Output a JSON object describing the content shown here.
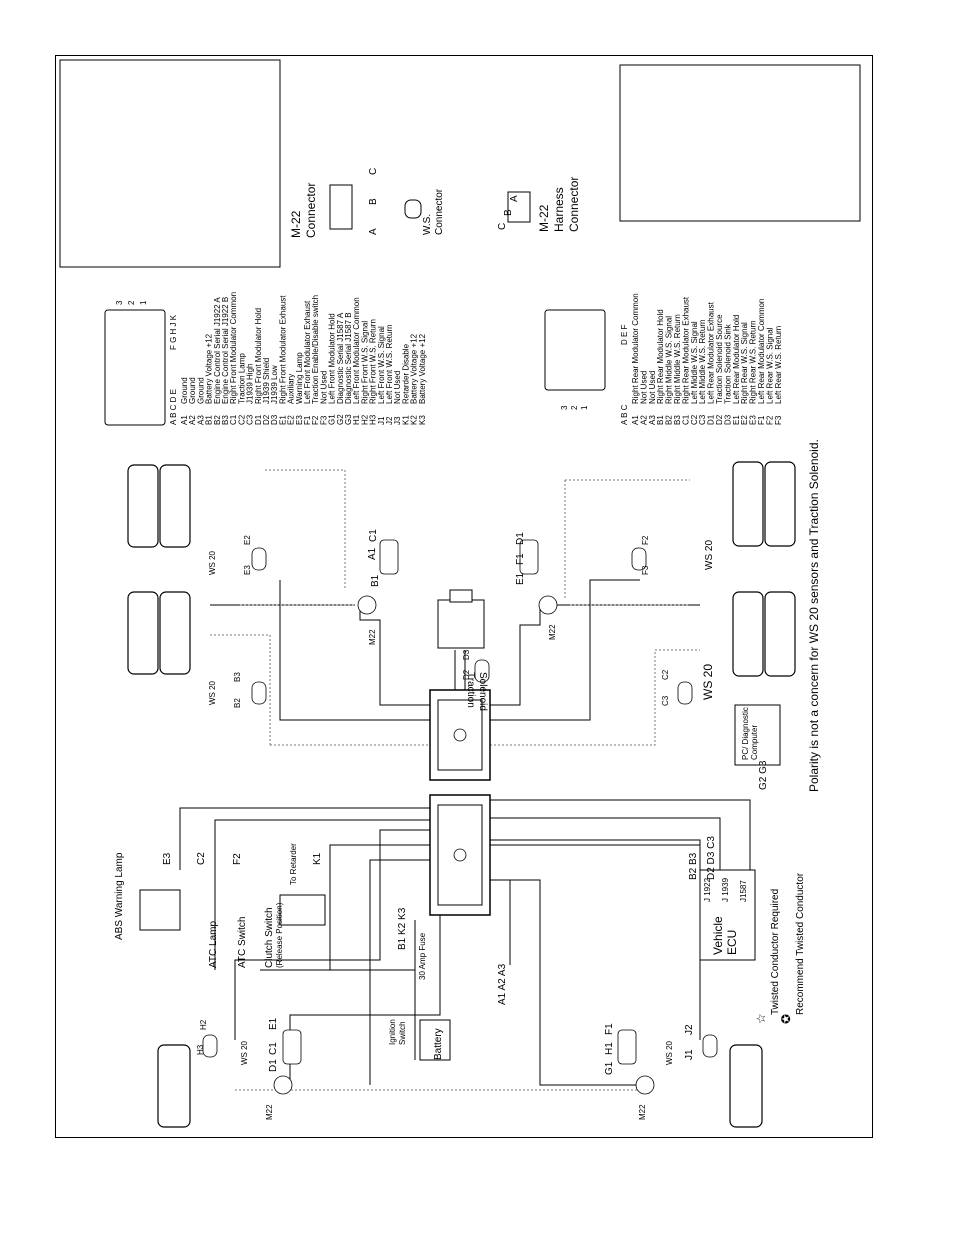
{
  "warning_lamp": "ABS Warning Lamp",
  "atc_lamp": "ATC Lamp",
  "atc_switch": "ATC Switch",
  "clutch_switch": "Clutch Switch",
  "clutch_note": "(Release Position)",
  "to_retarder": "To Retarder",
  "ignition_switch": [
    "Ignition",
    "Switch"
  ],
  "battery": "Battery",
  "fuse": "30 Amp Fuse",
  "fuse_pins": "B1 K2 K3",
  "ground_pins": "A1 A2 A3",
  "traction_solenoid": [
    "Traction",
    "Solenoid"
  ],
  "vehicle_ecu": [
    "Vehicle",
    "ECU"
  ],
  "ecu_buses": [
    "J 1922",
    "J 1939",
    "J1587"
  ],
  "diag_computer": [
    "PC/ Diagnostic",
    "Computer"
  ],
  "bus_pins": [
    "B2 B3",
    "D2 D3 C3",
    "G2 G3"
  ],
  "m22": "M22",
  "ws20": "WS 20",
  "mod_pins": {
    "a1": "A1",
    "b1": "B1",
    "c1": "C1",
    "d1": "D1",
    "e1": "E1",
    "f1": "F1",
    "g1": "G1",
    "h1": "H1"
  },
  "sensor_pins": {
    "e": [
      "E2",
      "E3"
    ],
    "b": [
      "B2",
      "B3"
    ],
    "f": [
      "F2",
      "F3"
    ],
    "c": [
      "C2",
      "C3"
    ],
    "h": [
      "H2",
      "H3"
    ],
    "j": [
      "J1",
      "J2"
    ],
    "d": [
      "D2",
      "D3"
    ]
  },
  "wire_pins": {
    "e3": "E3",
    "c2": "C2",
    "f2": "F2",
    "k1": "K1"
  },
  "legend": {
    "twisted_required": "Twisted Conductor Required",
    "twisted_recommended": "Recommend Twisted Conductor"
  },
  "polarity_note": "Polarity is not a concern for WS 20 sensors and Traction Solenoid.",
  "connectors": {
    "m22": [
      "M-22",
      "Connector"
    ],
    "m22_pins": [
      "A",
      "B",
      "C"
    ],
    "ws": [
      "W.S.",
      "Connector"
    ],
    "m22_harness": [
      "M-22",
      "Harness",
      "Connector"
    ],
    "harness_pins": [
      "C",
      "B",
      "A"
    ]
  },
  "main_connector": {
    "col_letters": "A B C D E",
    "col_letters_right": "F G H J K",
    "rows": [
      "3",
      "2",
      "1"
    ],
    "pins": [
      [
        "A1",
        "Ground"
      ],
      [
        "A2",
        "Ground"
      ],
      [
        "A3",
        "Ground"
      ],
      [
        "B1",
        "Battery Voltage +12"
      ],
      [
        "B2",
        "Engine Control Serial J1922 A"
      ],
      [
        "B3",
        "Engine Control Serial J1922 B"
      ],
      [
        "C1",
        "Right Front Modulator Common"
      ],
      [
        "C2",
        "Traction Lamp"
      ],
      [
        "C3",
        "J1939 High"
      ],
      [
        "D1",
        "Right Front Modulator Hold"
      ],
      [
        "D2",
        "J1939 Shield"
      ],
      [
        "D3",
        "J1939 Low"
      ],
      [
        "E1",
        "Right Front Modulator Exhaust"
      ],
      [
        "E2",
        "Auxiliary"
      ],
      [
        "E3",
        "Warning Lamp"
      ],
      [
        "F1",
        "Left Front Modulator Exhaust"
      ],
      [
        "F2",
        "Traction Enable/Disable switch"
      ],
      [
        "F3",
        "Not Used"
      ],
      [
        "G1",
        "Left Front Modulator Hold"
      ],
      [
        "G2",
        "Diagnostic Serial J1587 A"
      ],
      [
        "G3",
        "Diagnostic Serial J1587 B"
      ],
      [
        "H1",
        "Left Front Modulator Common"
      ],
      [
        "H2",
        "Right Front W.S. Signal"
      ],
      [
        "H3",
        "Right Front W.S. Return"
      ],
      [
        "J1",
        "Left Front W.S. Signal"
      ],
      [
        "J2",
        "Left Front W.S. Return"
      ],
      [
        "J3",
        "Not Used"
      ],
      [
        "K1",
        "Retarder Disable"
      ],
      [
        "K2",
        "Battery Voltage +12"
      ],
      [
        "K3",
        "Battery Voltage +12"
      ]
    ]
  },
  "aux_connector": {
    "col_letters": "A B C",
    "col_letters_right": "D E F",
    "rows": [
      "3",
      "2",
      "1"
    ],
    "pins": [
      [
        "A1",
        "Right Rear Modulator Common"
      ],
      [
        "A2",
        "Not Used"
      ],
      [
        "A3",
        "Not Used"
      ],
      [
        "B1",
        "Right Rear Modulator Hold"
      ],
      [
        "B2",
        "Right Middle W.S. Signal"
      ],
      [
        "B3",
        "Right Middle W.S. Return"
      ],
      [
        "C1",
        "Right Rear Modulator Exhaust"
      ],
      [
        "C2",
        "Left Middle W.S. Signal"
      ],
      [
        "C3",
        "Left Middle W.S. Return"
      ],
      [
        "D1",
        "Left Rear Modulator Exhaust"
      ],
      [
        "D2",
        "Traction Solenoid Source"
      ],
      [
        "D3",
        "Traction Solenoid Sink"
      ],
      [
        "E1",
        "Left Rear Modulator Hold"
      ],
      [
        "E2",
        "Right Rear W.S. Signal"
      ],
      [
        "E3",
        "Right Rear W.S. Return"
      ],
      [
        "F1",
        "Left Rear Modulator Common"
      ],
      [
        "F2",
        "Left Rear W.S. Signal"
      ],
      [
        "F3",
        "Left Rear W.S. Return"
      ]
    ]
  }
}
